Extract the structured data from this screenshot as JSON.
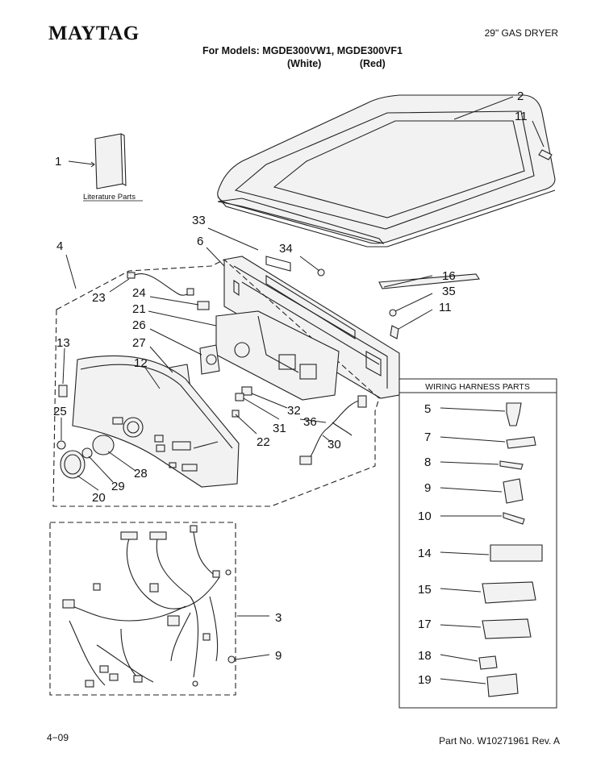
{
  "header": {
    "brand": "MAYTAG",
    "doc_type": "29\" GAS DRYER",
    "models_line": "For Models: MGDE300VW1, MGDE300VF1",
    "variant_white": "(White)",
    "variant_red": "(Red)"
  },
  "literature_label": "Literature Parts",
  "wiring_box_title": "WIRING HARNESS PARTS",
  "callouts": {
    "c1": "1",
    "c2": "2",
    "c3": "3",
    "c4": "4",
    "c5": "5",
    "c6": "6",
    "c7": "7",
    "c8": "8",
    "c9a": "9",
    "c9b": "9",
    "c10": "10",
    "c11a": "11",
    "c11b": "11",
    "c12": "12",
    "c13": "13",
    "c14": "14",
    "c15": "15",
    "c16": "16",
    "c17": "17",
    "c18": "18",
    "c19": "19",
    "c20": "20",
    "c21": "21",
    "c22": "22",
    "c23": "23",
    "c24": "24",
    "c25": "25",
    "c26": "26",
    "c27": "27",
    "c28": "28",
    "c29": "29",
    "c30": "30",
    "c31": "31",
    "c32": "32",
    "c33": "33",
    "c34": "34",
    "c35": "35",
    "c36": "36"
  },
  "footer": {
    "date": "4−09",
    "part_no": "Part No. W10271961 Rev. A"
  }
}
